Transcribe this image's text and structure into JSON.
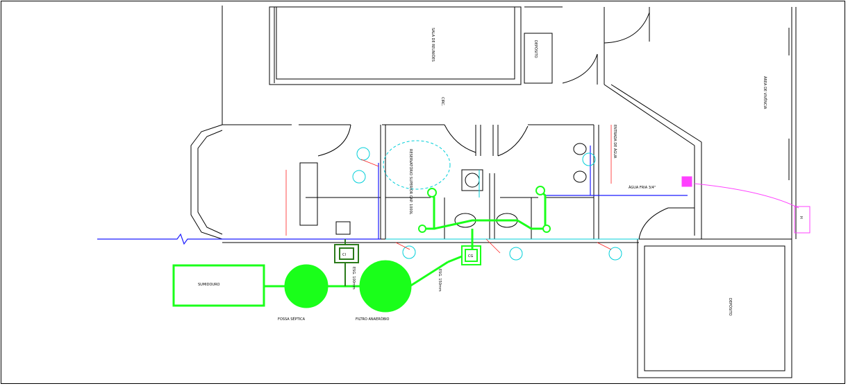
{
  "drawing": {
    "rooms": {
      "top_room": "SALA DE REUNIÕES",
      "corridor": "CIRC.",
      "right_block": "ÁREA DE VIVÊNCIA",
      "lower_right": "DEPÓSITO",
      "deposit_small": "DEPÓSITO"
    },
    "labels": {
      "septic": "FOSSA SÉPTICA",
      "filter": "FILTRO ANAERÓBIO",
      "sink": "SUMIDOURO",
      "tank": "RESERVATÓRIO SUPERIOR CAP. 1000L",
      "pipe_bottom": "ESG. 100mm",
      "pipe_150": "ESG. 150mm",
      "water_supply": "ÁGUA FRIA 3/4\"",
      "hydrometer": "H",
      "inbound": "ENTRADA DE ÁGUA"
    },
    "fixtures": {
      "cx_insp": "CI",
      "cx_grd": "CG"
    }
  }
}
